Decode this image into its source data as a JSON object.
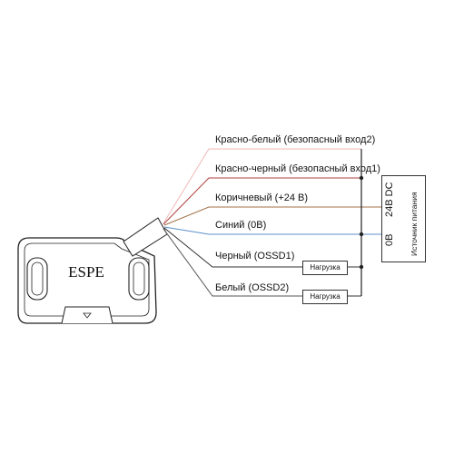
{
  "device": {
    "brand": "ESPE"
  },
  "wires": [
    {
      "label": "Красно-белый (безопасный вход2)",
      "color": "#f0b8b8"
    },
    {
      "label": "Красно-черный (безопасный вход1)",
      "color": "#b04040"
    },
    {
      "label": "Коричневый  (+24 В)",
      "color": "#a0724a"
    },
    {
      "label": "Синий  (0В)",
      "color": "#5b8fc9"
    },
    {
      "label": "Черный (OSSD1)",
      "color": "#333333"
    },
    {
      "label": "Белый (OSSD2)",
      "color": "#555555"
    }
  ],
  "loads": [
    {
      "label": "Нагрузка"
    },
    {
      "label": "Нагрузка"
    }
  ],
  "power_supply": {
    "label": "Источник питания",
    "minus": "0В",
    "plus": "24В DC"
  }
}
